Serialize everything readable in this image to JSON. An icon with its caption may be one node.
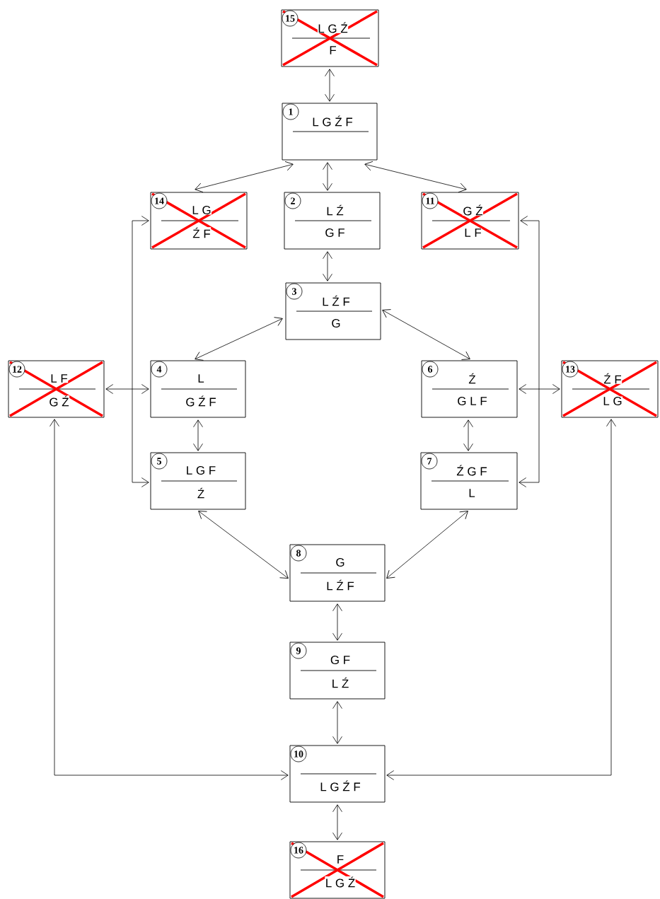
{
  "diagram": {
    "nodes": [
      {
        "text": [
          "15",
          "L G Ź",
          "F"
        ]
      },
      {
        "text": [
          "1",
          "L G Ź F"
        ]
      },
      {
        "text": [
          "14",
          "L G",
          "Ź F"
        ]
      },
      {
        "text": [
          "2",
          "L Ź",
          "G F"
        ]
      },
      {
        "text": [
          "11",
          "G Ź",
          "L F"
        ]
      },
      {
        "text": [
          "3",
          "L Ź F",
          "G"
        ]
      },
      {
        "text": [
          "12",
          "L F",
          "G Ź"
        ]
      },
      {
        "text": [
          "4",
          "L",
          "G Ź F"
        ]
      },
      {
        "text": [
          "6",
          "Ź",
          "G L F"
        ]
      },
      {
        "text": [
          "13",
          "Ź F",
          "L G"
        ]
      },
      {
        "text": [
          "5",
          "L G F",
          "Ź"
        ]
      },
      {
        "text": [
          "7",
          "Ź G F",
          "L"
        ]
      },
      {
        "text": [
          "8",
          "G",
          "L Ź F"
        ]
      },
      {
        "text": [
          "9",
          "G F",
          "L Ź"
        ]
      },
      {
        "text": [
          "10",
          "L G Ź F"
        ]
      },
      {
        "text": [
          "16",
          "F",
          "L G Ź"
        ]
      }
    ],
    "edges": [
      {
        "from": 0,
        "to": 1,
        "arrow": "both"
      },
      {
        "from": 1,
        "to": 2,
        "arrow": "both"
      },
      {
        "from": 1,
        "to": 3,
        "arrow": "both"
      },
      {
        "from": 1,
        "to": 4,
        "arrow": "both"
      },
      {
        "from": 3,
        "to": 5,
        "arrow": "both"
      },
      {
        "from": 5,
        "to": 7,
        "arrow": "both"
      },
      {
        "from": 5,
        "to": 8,
        "arrow": "both"
      },
      {
        "from": 6,
        "to": 7,
        "arrow": "both"
      },
      {
        "from": 7,
        "to": 10,
        "arrow": "both"
      },
      {
        "from": 8,
        "to": 9,
        "arrow": "both"
      },
      {
        "from": 8,
        "to": 11,
        "arrow": "both"
      },
      {
        "from": 2,
        "to": 10,
        "arrow": "both"
      },
      {
        "from": 4,
        "to": 11,
        "arrow": "both"
      },
      {
        "from": 10,
        "to": 12,
        "arrow": "both"
      },
      {
        "from": 11,
        "to": 12,
        "arrow": "both"
      },
      {
        "from": 12,
        "to": 13,
        "arrow": "both"
      },
      {
        "from": 13,
        "to": 14,
        "arrow": "both"
      },
      {
        "from": 6,
        "to": 14,
        "arrow": "both"
      },
      {
        "from": 9,
        "to": 14,
        "arrow": "both"
      },
      {
        "from": 14,
        "to": 15,
        "arrow": "both"
      }
    ]
  }
}
